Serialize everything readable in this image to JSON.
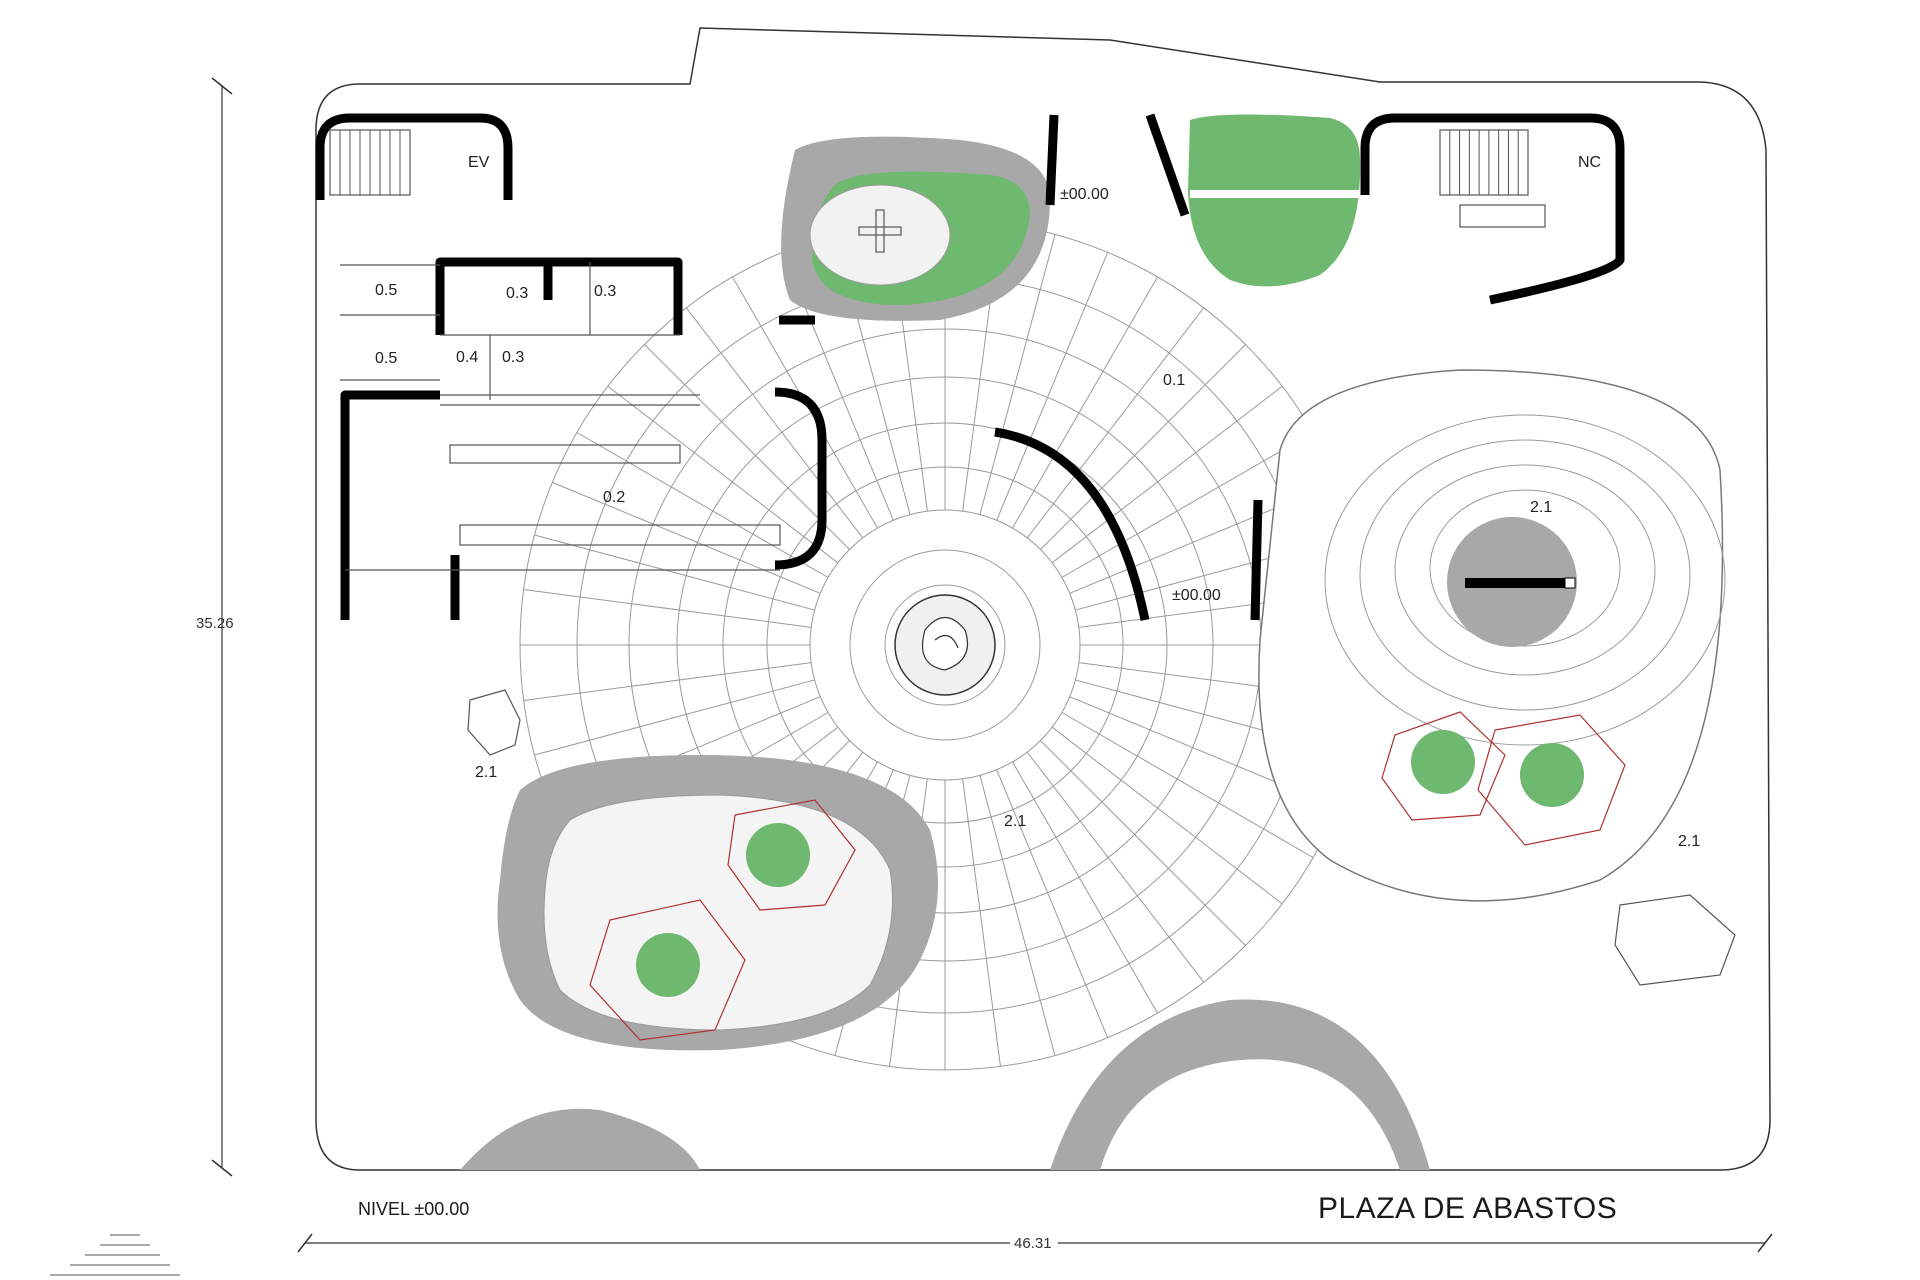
{
  "plan": {
    "title": "PLAZA DE ABASTOS",
    "level_label": "NIVEL ±00.00",
    "dimensions": {
      "width": "46.31",
      "height": "35.26"
    },
    "rooms": {
      "ev": "EV",
      "nc": "NC",
      "wc_a": "0.5",
      "wc_b": "0.5",
      "wc_c": "0.3",
      "wc_d": "0.3",
      "wc_e": "0.4",
      "wc_f": "0.3",
      "cafe": "0.2"
    },
    "zones": {
      "plaza": "0.1",
      "garden_left": "2.1",
      "garden_center": "2.1",
      "garden_right_top": "2.1",
      "garden_right_bottom": "2.1"
    },
    "elevations": {
      "entrance_top": "±00.00",
      "entrance_mid": "±00.00"
    },
    "colors": {
      "wall": "#000000",
      "planting": "#6fb86f",
      "kerb": "#a8a8a8",
      "tree_outline": "#b03030"
    }
  }
}
